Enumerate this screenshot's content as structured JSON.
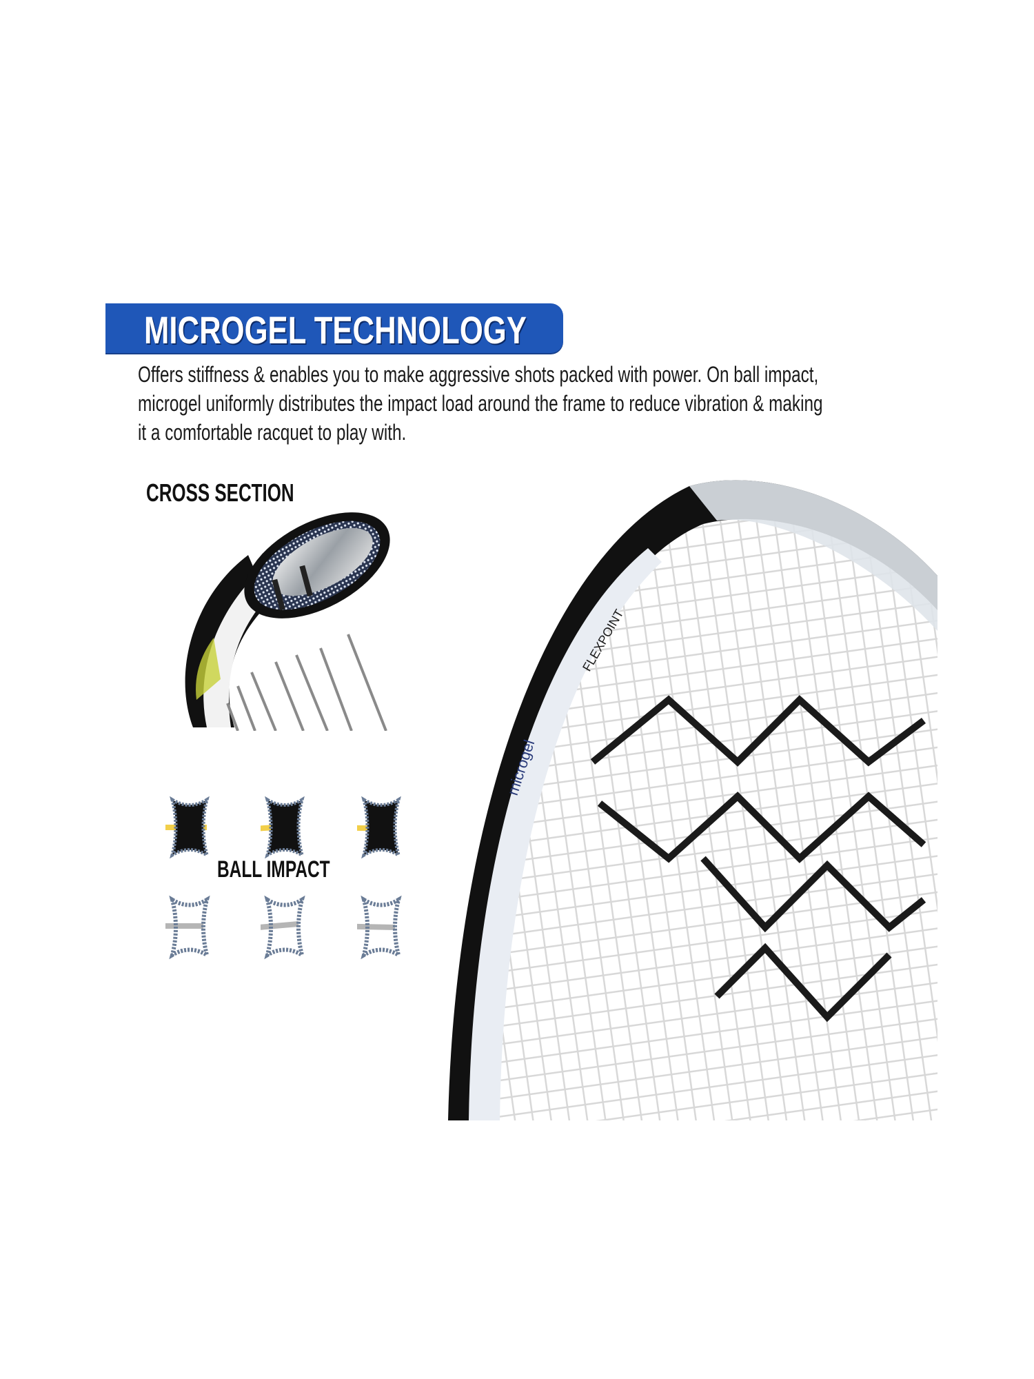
{
  "banner": {
    "title": "MICROGEL TECHNOLOGY",
    "color": "#1f57b8"
  },
  "description": {
    "lines": [
      "Offers stiffness & enables you to make aggressive shots packed with power. On ball impact,",
      "microgel uniformly distributes the impact load around the frame to reduce vibration & making",
      "it a comfortable racquet to play with."
    ]
  },
  "diagrams": {
    "cross_section_label": "CROSS SECTION",
    "ball_impact_label": "BALL IMPACT"
  },
  "racquet": {
    "frame_text_1": "microgel",
    "frame_text_2": "FLEXPOINT"
  }
}
